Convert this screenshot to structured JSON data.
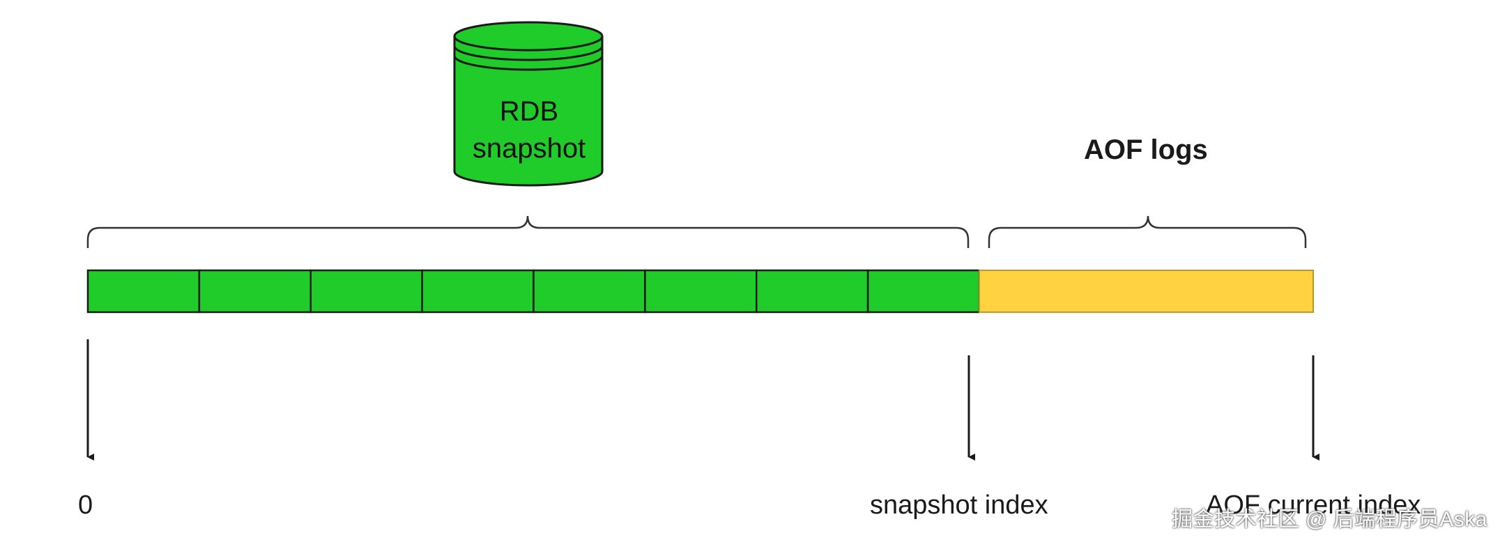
{
  "diagram": {
    "rdb_label_line1": "RDB",
    "rdb_label_line2": "snapshot",
    "aof_label": "AOF logs",
    "marker_start": "0",
    "marker_snapshot": "snapshot index",
    "marker_current": "AOF current index",
    "snapshot_segment_count": 8,
    "colors": {
      "rdb_green": "#1fcc2a",
      "aof_yellow": "#ffd23f",
      "outline": "#1a1a1a"
    }
  },
  "watermark": "掘金技术社区 @ 后端程序员Aska"
}
